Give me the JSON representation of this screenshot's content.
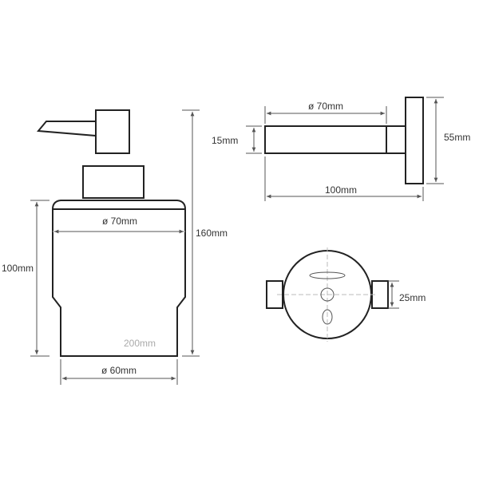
{
  "dispenser": {
    "dim_width_top": "ø 70mm",
    "dim_height_glass": "100mm",
    "dim_height_total": "160mm",
    "capacity": "200mm",
    "dim_width_bottom": "ø 60mm"
  },
  "holder_side": {
    "dim_diameter": "ø 70mm",
    "dim_thickness": "15mm",
    "dim_height": "55mm",
    "dim_depth": "100mm"
  },
  "holder_front": {
    "dim_mount": "25mm"
  },
  "colors": {
    "outline": "#222222",
    "dimension": "#555555",
    "hidden": "#bbbbbb"
  }
}
